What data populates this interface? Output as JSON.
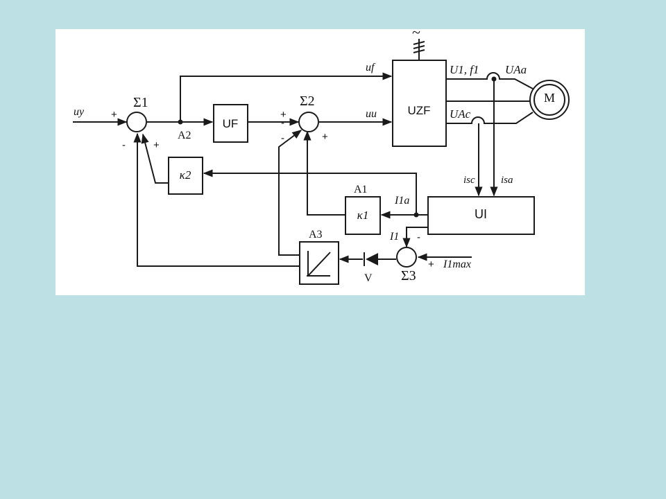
{
  "diagram": {
    "colors": {
      "background": "#bde0e4",
      "panel": "#ffffff",
      "ink": "#1a1a1a"
    },
    "blocks": {
      "uf": "UF",
      "uzf": "UZF",
      "ui": "UI",
      "k1": "κ1",
      "k2": "κ2",
      "motor": "M"
    },
    "block_labels": {
      "a1": "A1",
      "a2": "A2",
      "a3": "A3",
      "v": "V"
    },
    "summers": {
      "s1": "Σ1",
      "s2": "Σ2",
      "s3": "Σ3"
    },
    "signals": {
      "uy": "uy",
      "uf": "uf",
      "uu": "uu",
      "u1f1": "U1, f1",
      "uaa": "UAa",
      "uac": "UAc",
      "isc": "isc",
      "isa": "isa",
      "i1a": "I1a",
      "i1": "I1",
      "i1max": "I1max",
      "supply": "~"
    },
    "signs": {
      "s1_in_plus": "+",
      "s1_bot_minus": "-",
      "s1_right_plus": "+",
      "s2_in_plus": "+",
      "s2_in_minus": "-",
      "s2_bot_minus": "-",
      "s2_right_plus": "+",
      "s3_top_minus": "-",
      "s3_right_plus": "+"
    }
  }
}
